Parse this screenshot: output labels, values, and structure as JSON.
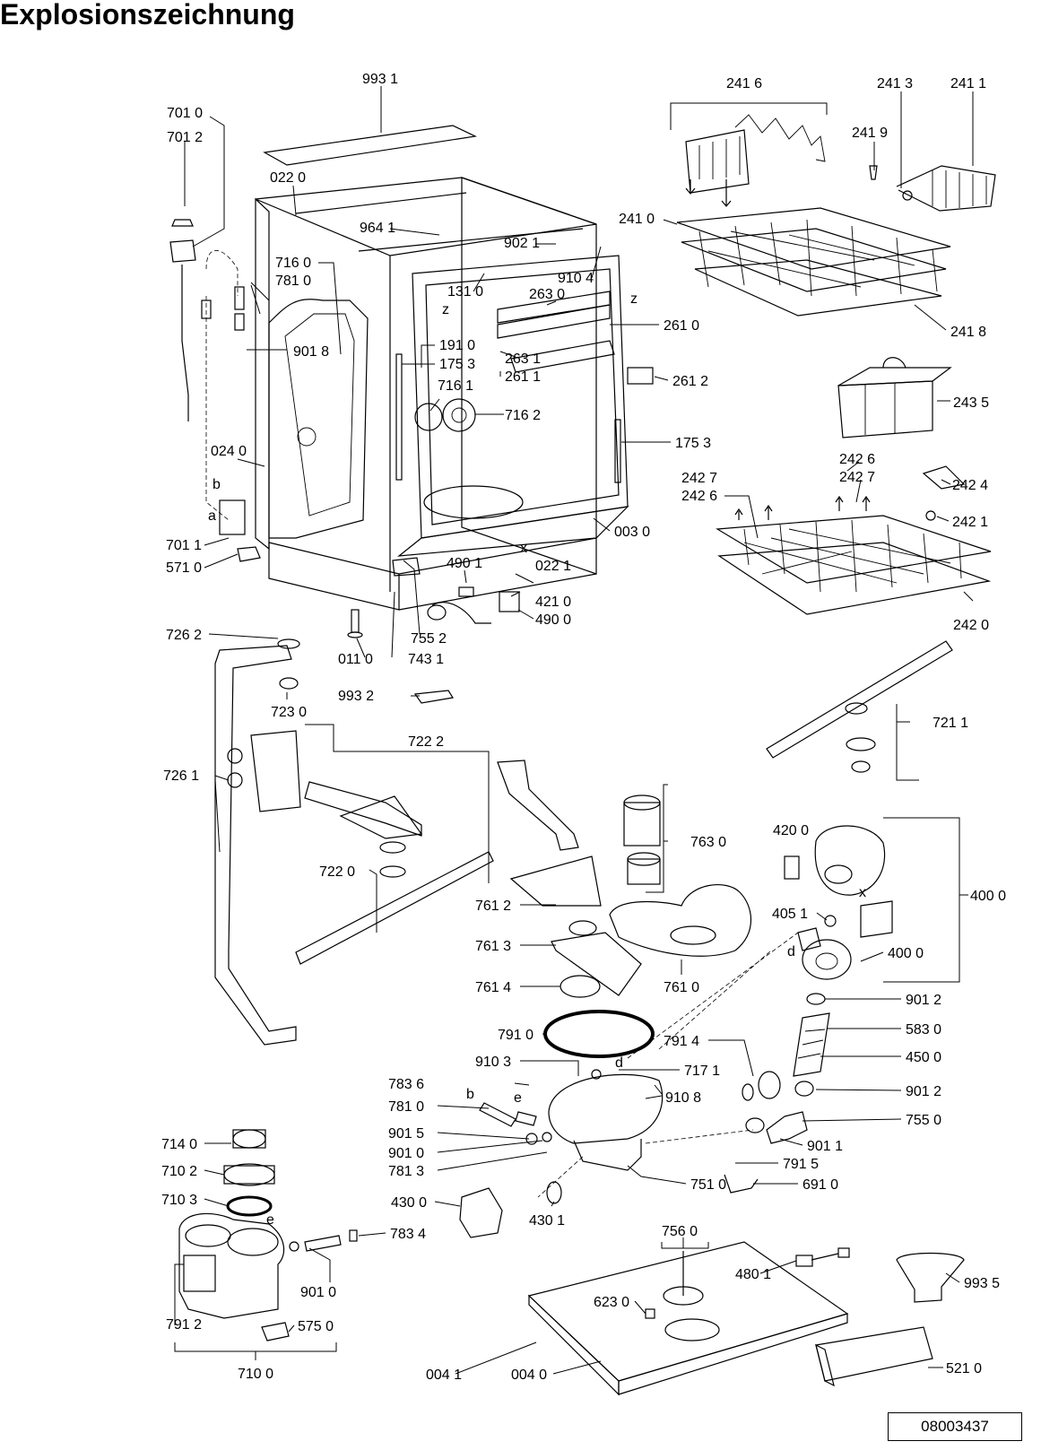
{
  "title": "Explosionszeichnung",
  "doc_number": "08003437",
  "labels": {
    "l9931": "993 1",
    "l2416": "241 6",
    "l2413": "241 3",
    "l2411": "241 1",
    "l7010": "701 0",
    "l7012": "701 2",
    "l2419": "241 9",
    "l0220": "022 0",
    "l9641": "964 1",
    "l9021": "902 1",
    "l2410": "241 0",
    "l7160": "716 0",
    "l7810a": "781 0",
    "l9104": "910 4",
    "l1310": "131 0",
    "l2630": "263 0",
    "l2610": "261 0",
    "l2418": "241 8",
    "l9018": "901 8",
    "l1910": "191 0",
    "l1753a": "175 3",
    "l2631": "263 1",
    "l2611": "261 1",
    "l2612": "261 2",
    "l2435": "243 5",
    "l7161": "716 1",
    "l7162": "716 2",
    "l1753b": "175 3",
    "l0240": "024 0",
    "l2426a": "242 6",
    "l2427a": "242 7",
    "l2427b": "242 7",
    "l2424": "242 4",
    "l2426b": "242 6",
    "l2421": "242 1",
    "l7011": "701 1",
    "l0030": "003 0",
    "l5710": "571 0",
    "l4901": "490 1",
    "l0221": "022 1",
    "l4210": "421 0",
    "l4900": "490 0",
    "l2420": "242 0",
    "l7262": "726 2",
    "l7552": "755 2",
    "l0110": "011 0",
    "l7431": "743 1",
    "l9932": "993 2",
    "l7230": "723 0",
    "l7222": "722 2",
    "l7211": "721 1",
    "l7261": "726 1",
    "l7630": "763 0",
    "l4200": "420 0",
    "l7220": "722 0",
    "l4000a": "400 0",
    "l7612": "761 2",
    "l4051": "405 1",
    "l7613": "761 3",
    "l4000b": "400 0",
    "l7614": "761 4",
    "l7610": "761 0",
    "l9012a": "901 2",
    "l7910": "791 0",
    "l5830": "583 0",
    "l7914": "791 4",
    "l4500": "450 0",
    "l9103": "910 3",
    "l7171": "717 1",
    "l7836": "783 6",
    "l9108": "910 8",
    "l9012b": "901 2",
    "l7810b": "781 0",
    "l7550": "755 0",
    "l9015": "901 5",
    "l9011": "901 1",
    "l9010a": "901 0",
    "l7915": "791 5",
    "l7813": "781 3",
    "l7510": "751 0",
    "l6910": "691 0",
    "l7140": "714 0",
    "l7102": "710 2",
    "l4300": "430 0",
    "l4301": "430 1",
    "l7103": "710 3",
    "l7560": "756 0",
    "l7834": "783 4",
    "l4801": "480 1",
    "l9935": "993 5",
    "l6230": "623 0",
    "l9010b": "901 0",
    "l7912": "791 2",
    "l5750": "575 0",
    "l5210": "521 0",
    "l0041": "004 1",
    "l0040": "004 0",
    "l7100": "710 0",
    "a": "a",
    "b": "b",
    "b2": "b",
    "e": "e",
    "e2": "e",
    "d": "d",
    "d2": "d",
    "x": "x",
    "x2": "x",
    "z": "z",
    "z2": "z"
  }
}
